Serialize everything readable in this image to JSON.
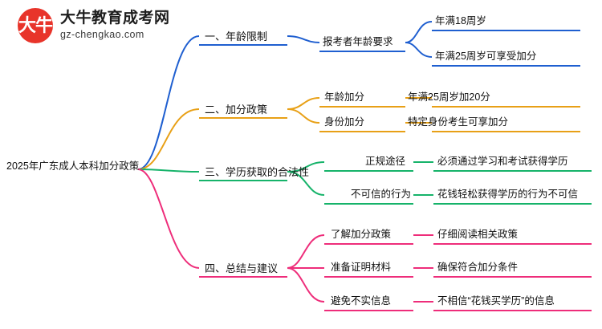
{
  "logo": {
    "mark_text": "大牛",
    "title": "大牛教育成考网",
    "subtitle": "gz-chengkao.com"
  },
  "mindmap": {
    "root": "2025年广东成人本科加分政策",
    "branches": [
      {
        "label": "一、年龄限制",
        "color": "#1f5fd0",
        "children": [
          {
            "label": "报考者年龄要求",
            "leaves": [
              "年满18周岁",
              "年满25周岁可享受加分"
            ]
          }
        ]
      },
      {
        "label": "二、加分政策",
        "color": "#e8a016",
        "children": [
          {
            "label": "年龄加分",
            "leaves": [
              "年满25周岁加20分"
            ]
          },
          {
            "label": "身份加分",
            "leaves": [
              "特定身份考生可享加分"
            ]
          }
        ]
      },
      {
        "label": "三、学历获取的合法性",
        "color": "#16b36a",
        "children": [
          {
            "label": "正规途径",
            "leaves": [
              "必须通过学习和考试获得学历"
            ]
          },
          {
            "label": "不可信的行为",
            "leaves": [
              "花钱轻松获得学历的行为不可信"
            ]
          }
        ]
      },
      {
        "label": "四、总结与建议",
        "color": "#ee2d7a",
        "children": [
          {
            "label": "了解加分政策",
            "leaves": [
              "仔细阅读相关政策"
            ]
          },
          {
            "label": "准备证明材料",
            "leaves": [
              "确保符合加分条件"
            ]
          },
          {
            "label": "避免不实信息",
            "leaves": [
              "不相信“花钱买学历”的信息"
            ]
          }
        ]
      }
    ]
  }
}
